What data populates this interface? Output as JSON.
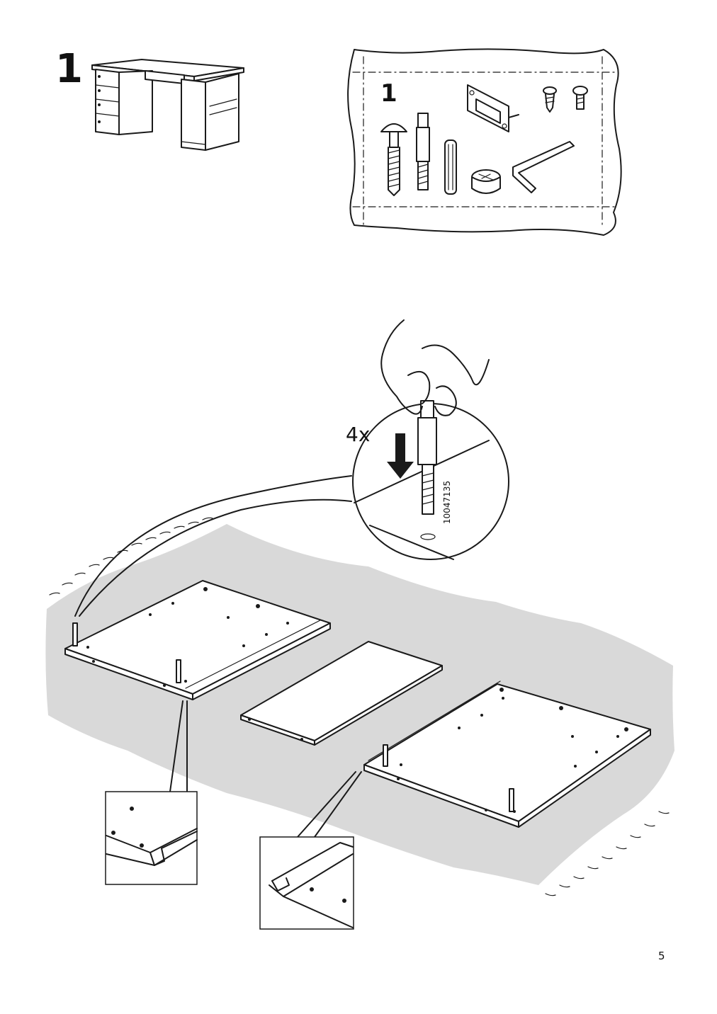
{
  "step": {
    "number": "1"
  },
  "hardware_bag": {
    "label": "1"
  },
  "instruction": {
    "quantity": "4x",
    "part_number": "10047135"
  },
  "page": {
    "number": "5"
  },
  "icons": [
    "desk-icon",
    "hardware-bag-icon",
    "hand-icon",
    "arrow-down-icon",
    "dowel-icon",
    "screw-icon",
    "cam-lock-icon",
    "allen-key-icon",
    "handle-icon"
  ],
  "colors": {
    "ink": "#1a1a1a",
    "floor_mat": "#d9d9d9",
    "paper": "#ffffff"
  }
}
